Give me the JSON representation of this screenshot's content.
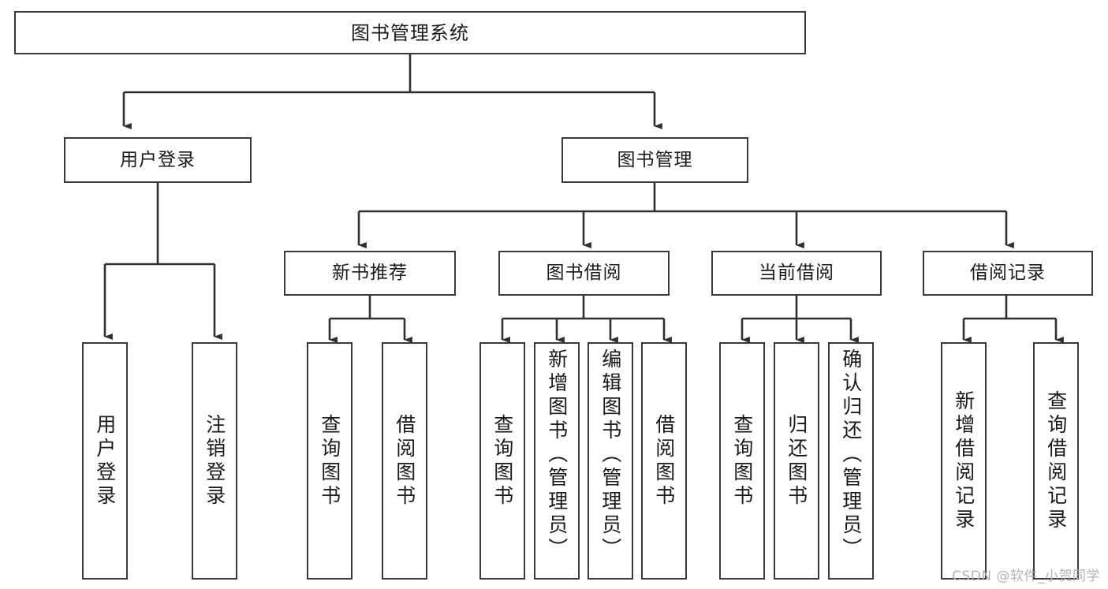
{
  "diagram": {
    "title": "图书管理系统",
    "type": "tree",
    "root": {
      "label": "图书管理系统"
    },
    "level2": [
      {
        "id": "user-login",
        "label": "用户登录"
      },
      {
        "id": "book-manage",
        "label": "图书管理"
      }
    ],
    "level3": [
      {
        "id": "new-book-recommend",
        "label": "新书推荐",
        "parent": "book-manage"
      },
      {
        "id": "book-borrow",
        "label": "图书借阅",
        "parent": "book-manage"
      },
      {
        "id": "current-borrow",
        "label": "当前借阅",
        "parent": "book-manage"
      },
      {
        "id": "borrow-record",
        "label": "借阅记录",
        "parent": "book-manage"
      }
    ],
    "leaves": [
      {
        "id": "leaf-user-login",
        "label": "用户登录",
        "parent": "user-login"
      },
      {
        "id": "leaf-user-logout",
        "label": "注销登录",
        "parent": "user-login"
      },
      {
        "id": "leaf-query-book-1",
        "label": "查询图书",
        "parent": "new-book-recommend"
      },
      {
        "id": "leaf-borrow-book-1",
        "label": "借阅图书",
        "parent": "new-book-recommend"
      },
      {
        "id": "leaf-query-book-2",
        "label": "查询图书",
        "parent": "book-borrow"
      },
      {
        "id": "leaf-add-book",
        "label": "新增图书（管理员）",
        "parent": "book-borrow"
      },
      {
        "id": "leaf-edit-book",
        "label": "编辑图书（管理员）",
        "parent": "book-borrow"
      },
      {
        "id": "leaf-borrow-book-2",
        "label": "借阅图书",
        "parent": "book-borrow"
      },
      {
        "id": "leaf-query-book-3",
        "label": "查询图书",
        "parent": "current-borrow"
      },
      {
        "id": "leaf-return-book",
        "label": "归还图书",
        "parent": "current-borrow"
      },
      {
        "id": "leaf-confirm-return",
        "label": "确认归还（管理员）",
        "parent": "current-borrow"
      },
      {
        "id": "leaf-add-record",
        "label": "新增借阅记录",
        "parent": "borrow-record"
      },
      {
        "id": "leaf-query-record",
        "label": "查询借阅记录",
        "parent": "borrow-record"
      }
    ],
    "colors": {
      "border": "#3a3a3a",
      "fill": "#ffffff",
      "text": "#1a1a1a",
      "watermark": "#b4b4b4"
    }
  },
  "watermark": {
    "text": "CSDN @软件_小贺同学"
  }
}
